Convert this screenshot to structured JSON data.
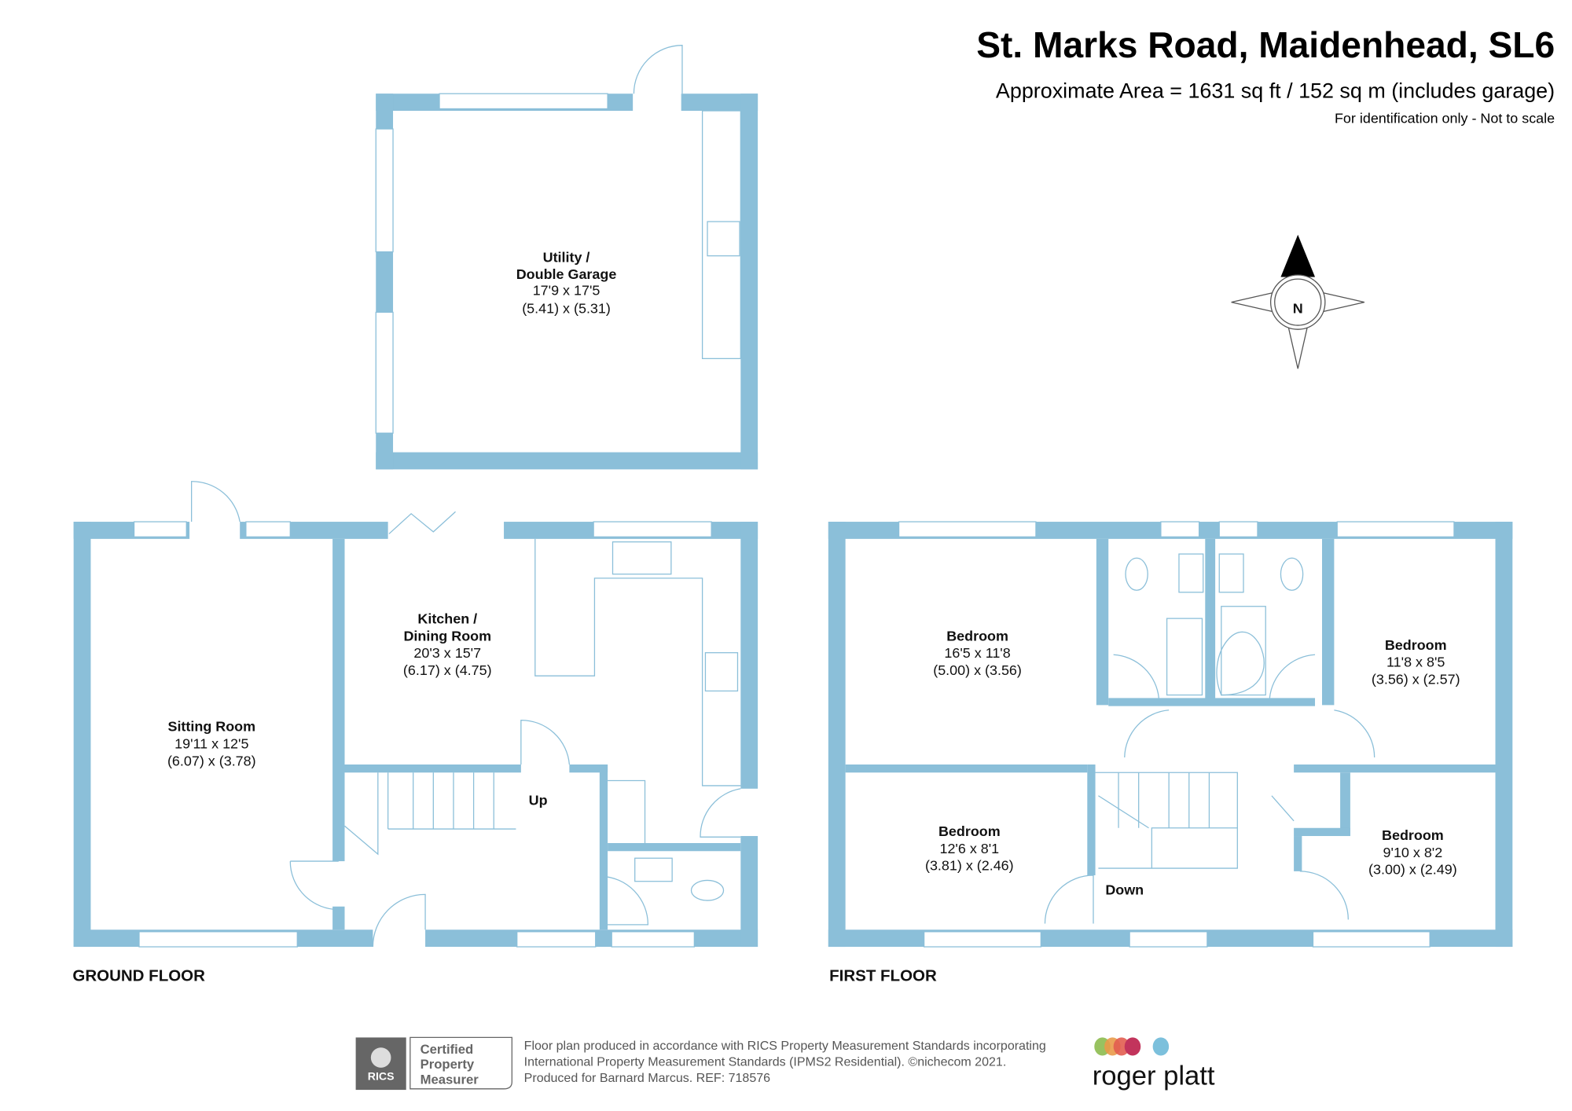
{
  "header": {
    "title": "St. Marks Road, Maidenhead, SL6",
    "area": "Approximate Area = 1631 sq ft / 152 sq m (includes garage)",
    "disclaimer": "For identification only - Not to scale"
  },
  "compass": {
    "label": "N"
  },
  "rooms": {
    "garage": {
      "name1": "Utility /",
      "name2": "Double Garage",
      "imperial": "17'9 x 17'5",
      "metric": "(5.41) x (5.31)"
    },
    "sitting": {
      "name": "Sitting Room",
      "imperial": "19'11 x 12'5",
      "metric": "(6.07) x (3.78)"
    },
    "kitchen": {
      "name1": "Kitchen /",
      "name2": "Dining Room",
      "imperial": "20'3 x 15'7",
      "metric": "(6.17) x (4.75)"
    },
    "bed1": {
      "name": "Bedroom",
      "imperial": "16'5 x 11'8",
      "metric": "(5.00) x (3.56)"
    },
    "bed2": {
      "name": "Bedroom",
      "imperial": "11'8 x 8'5",
      "metric": "(3.56) x (2.57)"
    },
    "bed3": {
      "name": "Bedroom",
      "imperial": "12'6 x 8'1",
      "metric": "(3.81) x (2.46)"
    },
    "bed4": {
      "name": "Bedroom",
      "imperial": "9'10 x 8'2",
      "metric": "(3.00) x (2.49)"
    }
  },
  "stairs": {
    "up": "Up",
    "down": "Down"
  },
  "floors": {
    "ground": "GROUND FLOOR",
    "first": "FIRST FLOOR"
  },
  "footer": {
    "rics_logo": "RICS",
    "cert1": "Certified",
    "cert2": "Property",
    "cert3": "Measurer",
    "line1": "Floor plan produced in accordance with RICS Property Measurement Standards incorporating",
    "line2": "International Property Measurement Standards (IPMS2 Residential).   ©nichecom 2021.",
    "line3": "Produced for Barnard Marcus.   REF:  718576",
    "brand": "roger platt"
  },
  "colors": {
    "wall": "#8bbfd9",
    "brand_dots": [
      "#8dbb4f",
      "#e99a4a",
      "#e25d50",
      "#c2345c",
      "#7cc0dc"
    ]
  }
}
